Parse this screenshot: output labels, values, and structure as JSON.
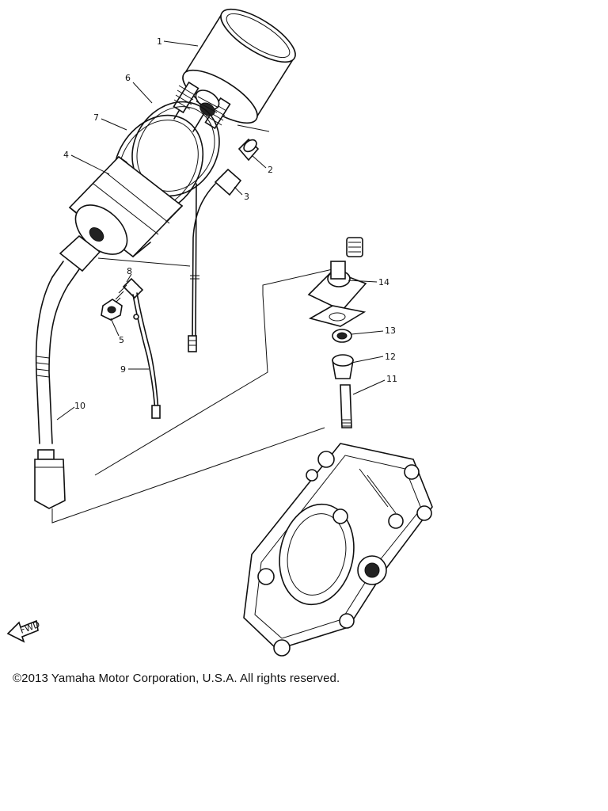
{
  "copyright": "©2013 Yamaha Motor Corporation, U.S.A. All rights reserved.",
  "fwd_label": "FWD",
  "callouts": [
    {
      "id": "1",
      "part": "meter-body"
    },
    {
      "id": "2",
      "part": "bulb"
    },
    {
      "id": "3",
      "part": "socket"
    },
    {
      "id": "4",
      "part": "meter-case"
    },
    {
      "id": "5",
      "part": "nut"
    },
    {
      "id": "6",
      "part": "gasket"
    },
    {
      "id": "7",
      "part": "ring"
    },
    {
      "id": "8",
      "part": "socket"
    },
    {
      "id": "9",
      "part": "lead-wire"
    },
    {
      "id": "10",
      "part": "tachometer-cable"
    },
    {
      "id": "11",
      "part": "tachometer-shaft"
    },
    {
      "id": "12",
      "part": "bushing"
    },
    {
      "id": "13",
      "part": "oil-seal"
    },
    {
      "id": "14",
      "part": "housing-assembly"
    }
  ]
}
